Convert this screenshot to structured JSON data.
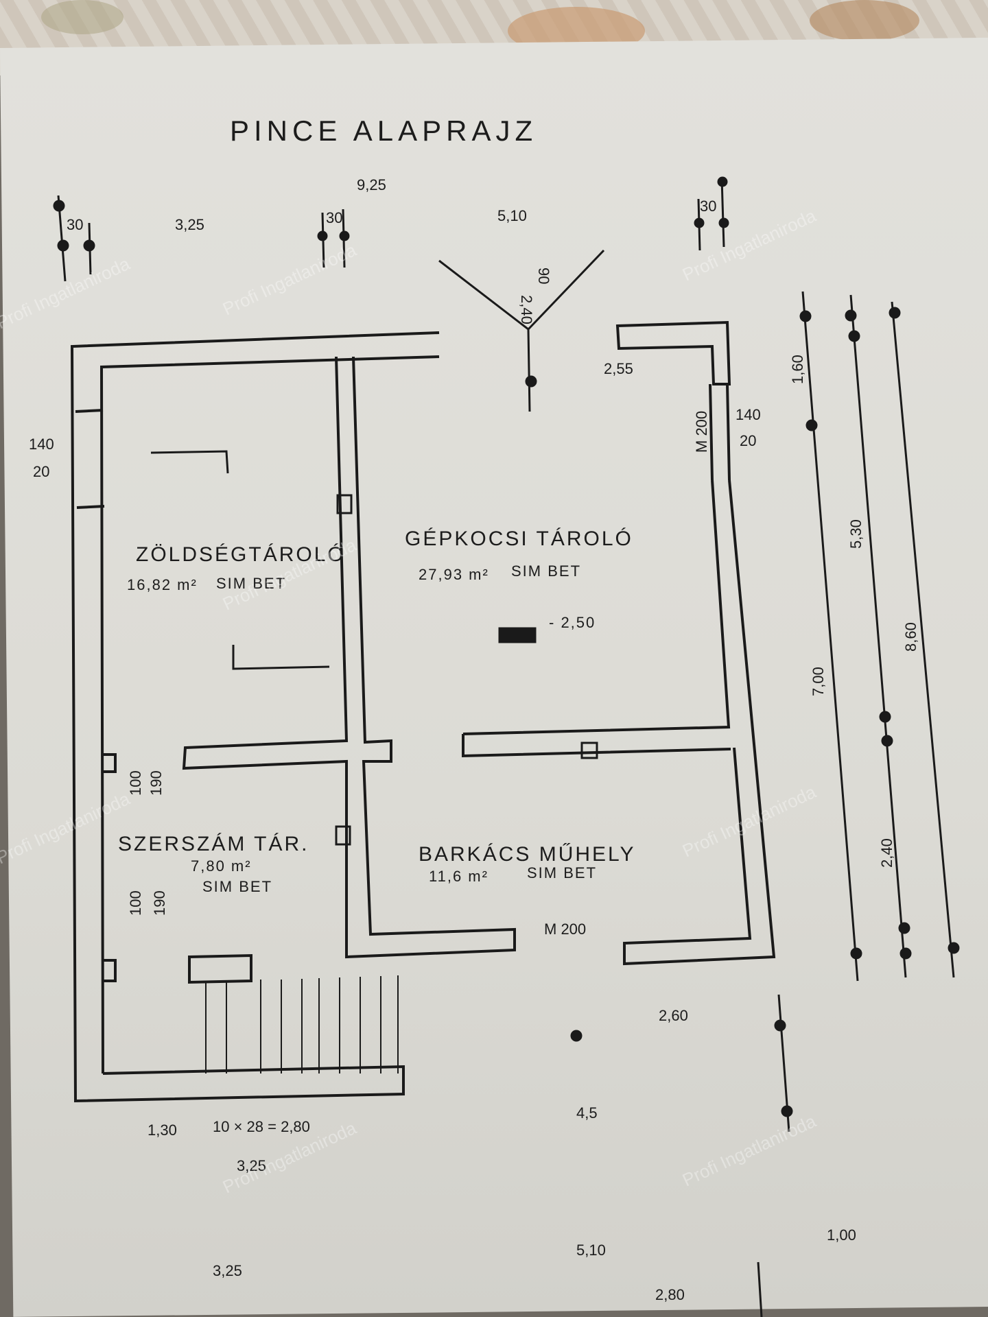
{
  "title": "PINCE ALAPRAJZ",
  "rooms": [
    {
      "name": "ZÖLDSÉGTÁROLÓ",
      "area": "16,82 m²",
      "floor": "SIM BET"
    },
    {
      "name": "GÉPKOCSI TÁROLÓ",
      "area": "27,93 m²",
      "floor": "SIM BET"
    },
    {
      "name": "SZERSZÁM TÁR.",
      "area": "7,80 m²",
      "floor": "SIM BET"
    },
    {
      "name": "BARKÁCS MŰHELY",
      "area": "11,6 m²",
      "floor": "SIM BET"
    }
  ],
  "level_label": "- 2,50",
  "dimensions": {
    "overall_width": "9,25",
    "left_span": "3,25",
    "right_span": "5,10",
    "wall": "30",
    "door_gap": "2,55",
    "window": "140",
    "window_sub": "20",
    "right_top": "1,60",
    "right_mid": "5,30",
    "right_total": "8,60",
    "left_total": "7,00",
    "bottom_right": "2,40",
    "bottom_span": "2,60",
    "door_marker": "M 200",
    "door_marker_bottom": "M 200",
    "stair_a": "2,40",
    "stair_b": "90",
    "door_h": "190",
    "door_w": "100",
    "lower_a": "1,30",
    "lower_b": "10 × 28 = 2,80",
    "lower_c": "3,25",
    "lower_d": "5,10",
    "lower_e": "1,00",
    "lower_f": "2,80",
    "lower_g": "4,5"
  },
  "watermark": "Profi Ingatlaniroda"
}
